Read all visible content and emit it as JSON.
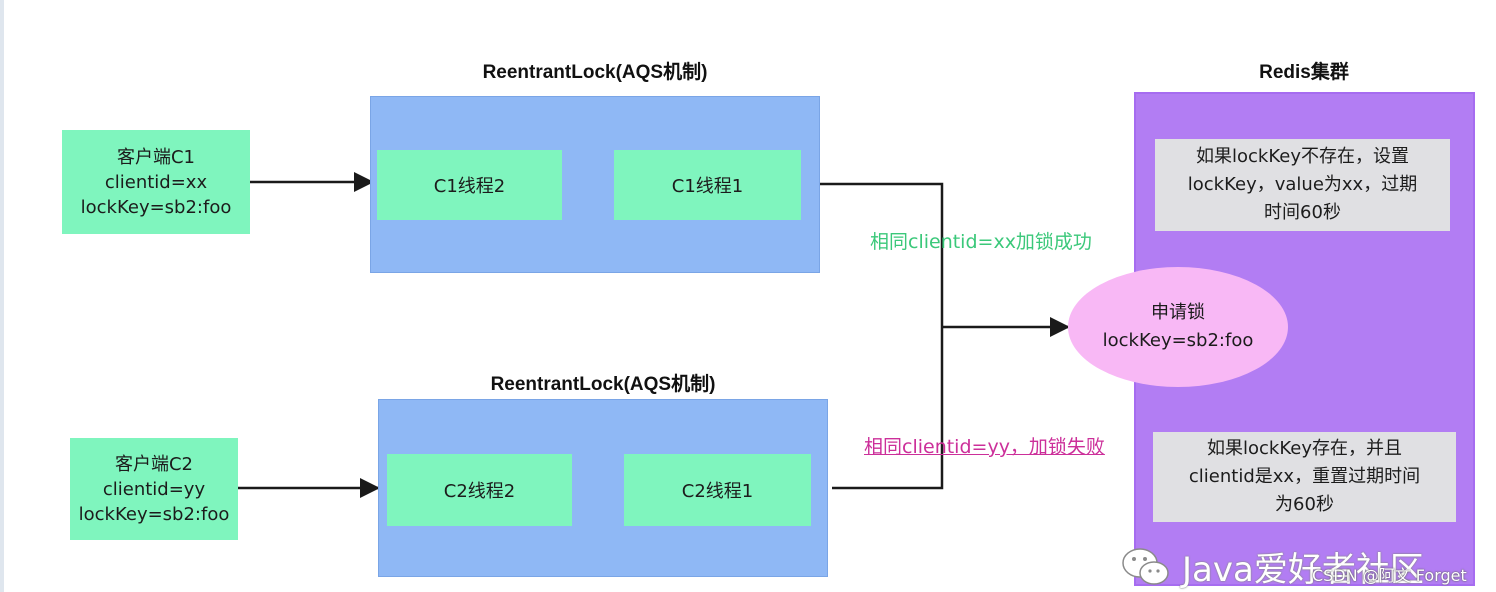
{
  "top_group": {
    "title": "ReentrantLock(AQS机制)",
    "client": {
      "line1": "客户端C1",
      "line2": "clientid=xx",
      "line3": "lockKey=sb2:foo"
    },
    "thread_left": "C1线程2",
    "thread_right": "C1线程1"
  },
  "bottom_group": {
    "title": "ReentrantLock(AQS机制)",
    "client": {
      "line1": "客户端C2",
      "line2": "clientid=yy",
      "line3": "lockKey=sb2:foo"
    },
    "thread_left": "C2线程2",
    "thread_right": "C2线程1"
  },
  "edge_labels": {
    "success": "相同clientid=xx加锁成功",
    "failure": "相同clientid=yy，加锁失败"
  },
  "redis": {
    "title": "Redis集群",
    "note_top": {
      "line1": "如果lockKey不存在，设置",
      "line2": "lockKey，value为xx，过期",
      "line3": "时间60秒"
    },
    "request": {
      "line1": "申请锁",
      "line2": "lockKey=sb2:foo"
    },
    "note_bottom": {
      "line1": "如果lockKey存在，并且",
      "line2": "clientid是xx，重置过期时间",
      "line3": "为60秒"
    }
  },
  "watermark": {
    "text": "Java爱好者社区",
    "sub": "CSDN @阿文 Forget",
    "icon": "wechat-icon"
  },
  "colors": {
    "client_box": "#7ff5be",
    "aqs_box": "#8fb8f5",
    "redis_box": "#b27df3",
    "note_box": "#e0e0e3",
    "request_ellipse": "#f8b8f5",
    "success_label": "#3bc87a",
    "failure_label": "#cc2f9a"
  }
}
